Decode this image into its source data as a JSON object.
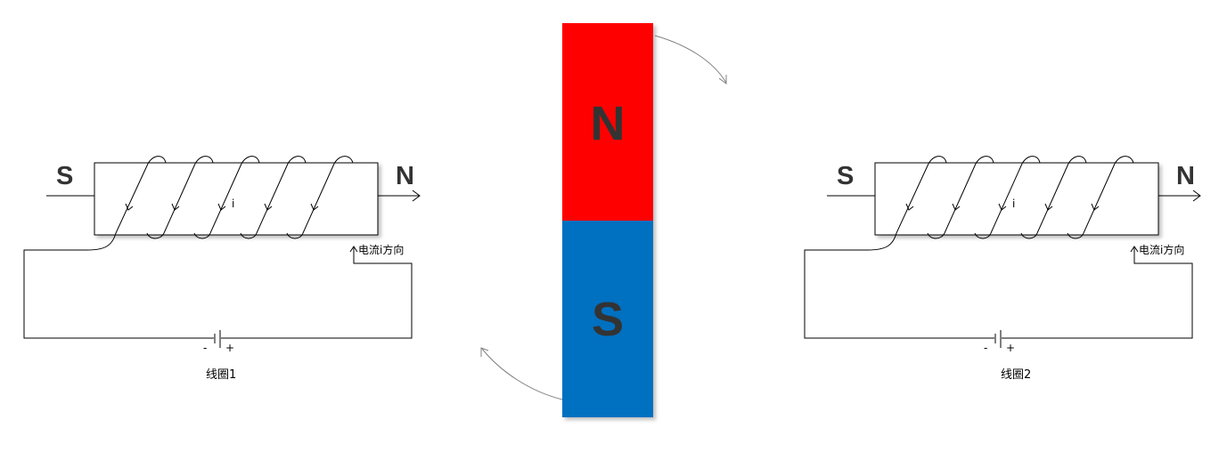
{
  "magnet": {
    "north_label": "N",
    "south_label": "S",
    "north_color": "#ff0000",
    "south_color": "#0070c0",
    "label_color": "#333333"
  },
  "coils": [
    {
      "name": "线圈1",
      "left_pole": "S",
      "right_pole": "N",
      "current_symbol": "i",
      "current_label": "电流i方向",
      "battery_minus": "-",
      "battery_plus": "+"
    },
    {
      "name": "线圈2",
      "left_pole": "S",
      "right_pole": "N",
      "current_symbol": "i",
      "current_label": "电流i方向",
      "battery_minus": "-",
      "battery_plus": "+"
    }
  ],
  "rotation_arrows": [
    "clockwise-arc-arrow",
    "clockwise-arc-arrow"
  ]
}
